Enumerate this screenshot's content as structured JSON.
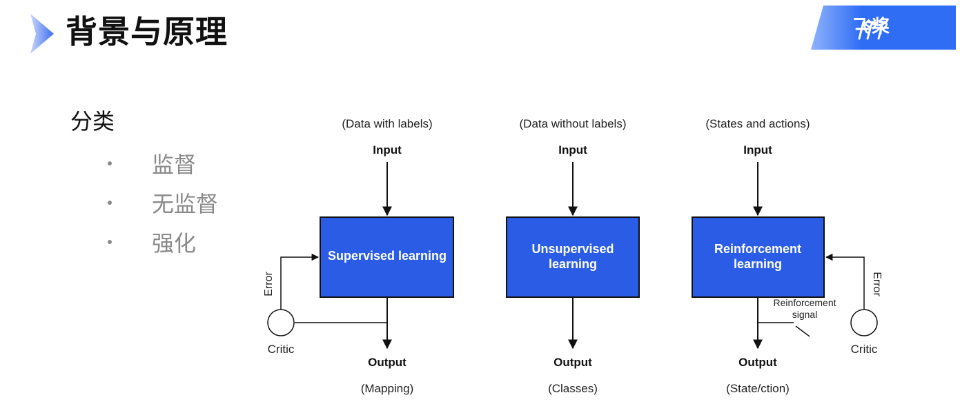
{
  "header": {
    "title": "背景与原理",
    "brand_name": "飞桨",
    "brand_color": "#2f6df5",
    "title_arrow_color": "#3b6ef0"
  },
  "categories": {
    "heading": "分类",
    "items": [
      {
        "label": "监督"
      },
      {
        "label": "无监督"
      },
      {
        "label": "强化"
      }
    ]
  },
  "diagram": {
    "box_color": "#2b5ce6",
    "panels": [
      {
        "top_label": "(Data with labels)",
        "input_label": "Input",
        "box_lines": [
          "Supervised learning"
        ],
        "output_label": "Output",
        "bottom_label": "(Mapping)",
        "feedback_label": "Error",
        "critic_label": "Critic"
      },
      {
        "top_label": "(Data without labels)",
        "input_label": "Input",
        "box_lines": [
          "Unsupervised",
          "learning"
        ],
        "output_label": "Output",
        "bottom_label": "(Classes)"
      },
      {
        "top_label": "(States and actions)",
        "input_label": "Input",
        "box_lines": [
          "Reinforcement",
          "learning"
        ],
        "output_label": "Output",
        "bottom_label": "(State/ction)",
        "feedback_label": "Error",
        "critic_label": "Critic",
        "signal_lines": [
          "Reinforcement",
          "signal"
        ]
      }
    ]
  }
}
